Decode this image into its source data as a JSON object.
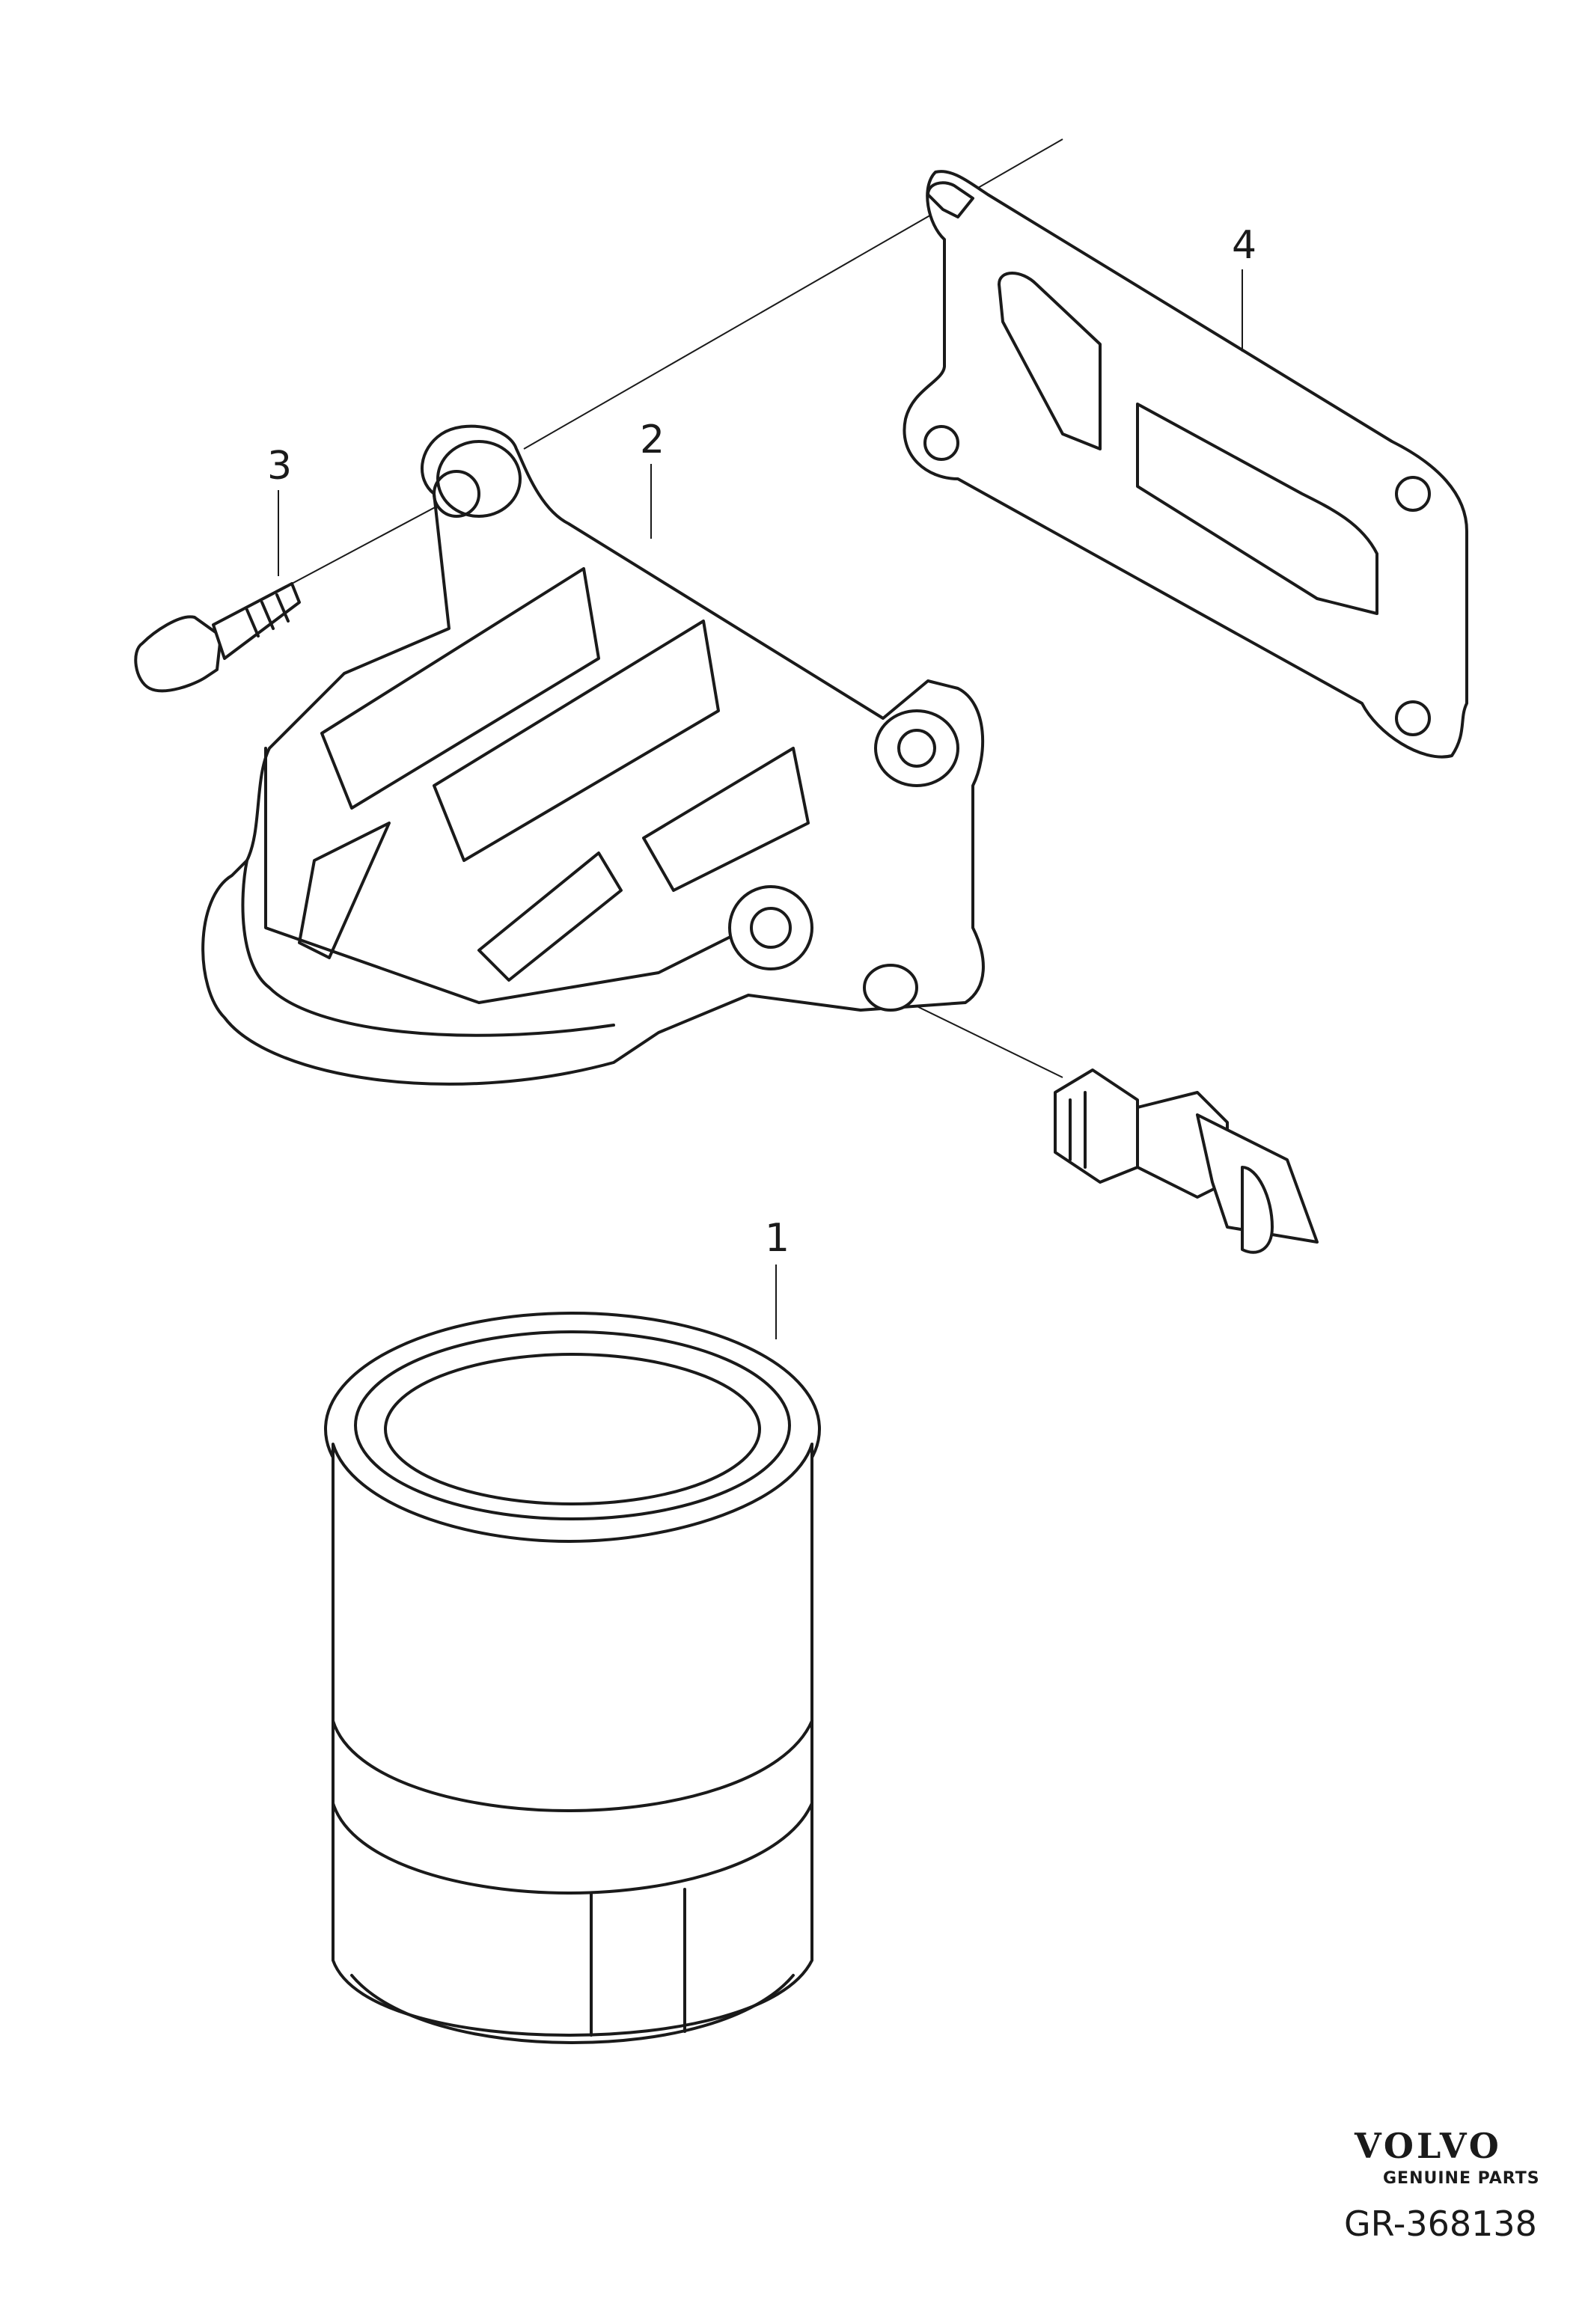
{
  "diagram": {
    "callouts": [
      {
        "id": "1",
        "label": "1"
      },
      {
        "id": "2",
        "label": "2"
      },
      {
        "id": "3",
        "label": "3"
      },
      {
        "id": "4",
        "label": "4"
      }
    ]
  },
  "brand": {
    "logo": "VOLVO",
    "tagline": "GENUINE PARTS"
  },
  "reference": "GR-368138",
  "colors": {
    "line": "#1a1a1a",
    "background": "#ffffff"
  }
}
